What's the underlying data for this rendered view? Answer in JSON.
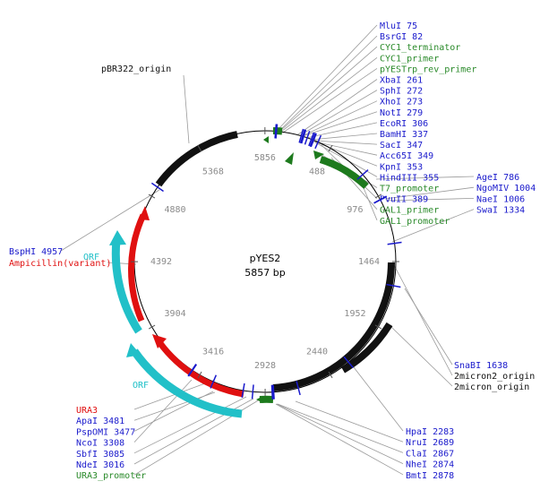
{
  "plasmid": {
    "name": "pYES2",
    "size_label": "5857 bp",
    "total_bp": 5857
  },
  "colors": {
    "enzyme": "#1a1acc",
    "feature": "#2a8a2a",
    "ampicillin": "#e01010",
    "orf": "#20c0c8",
    "origin": "#111111",
    "leader": "#9a9a9a",
    "tick_label": "#8a8a8a"
  },
  "ticks": [
    "488",
    "976",
    "1464",
    "1952",
    "2440",
    "2928",
    "3416",
    "3904",
    "4392",
    "4880",
    "5368",
    "5856"
  ],
  "labels": {
    "top_right": [
      "MluI 75",
      "BsrGI 82",
      "CYC1_terminator",
      "CYC1_primer",
      "pYESTrp_rev_primer",
      "XbaI 261",
      "SphI 272",
      "XhoI 273",
      "NotI 279",
      "EcoRI 306",
      "BamHI 337",
      "SacI 347",
      "Acc65I 349",
      "KpnI 353",
      "HindIII 355",
      "T7_promoter",
      "PvuII 389",
      "GAL1_primer",
      "GAL1_promoter"
    ],
    "right_enzymes": [
      "AgeI 786",
      "NgoMIV 1004",
      "NaeI 1006",
      "SwaI 1334"
    ],
    "right_lower": [
      "SnaBI 1638",
      "2micron2_origin",
      "2micron_origin"
    ],
    "bottom_right": [
      "HpaI 2283",
      "NruI 2689",
      "ClaI 2867",
      "NheI 2874",
      "BmtI 2878"
    ],
    "bottom_left": [
      "URA3",
      "ApaI 3481",
      "PspOMI 3477",
      "NcoI 3308",
      "SbfI 3085",
      "NdeI 3016",
      "URA3_promoter"
    ],
    "left": [
      "BspHI 4957",
      "Ampicillin(variant)"
    ],
    "top_left": [
      "pBR322_origin"
    ],
    "orf": [
      "ORF",
      "ORF"
    ]
  }
}
